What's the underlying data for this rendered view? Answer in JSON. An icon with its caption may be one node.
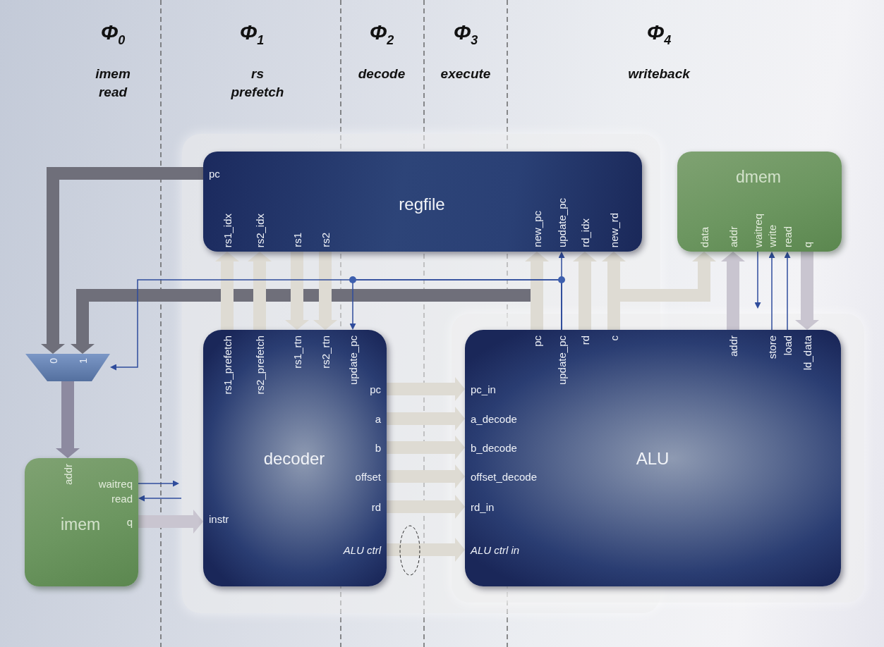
{
  "diagram": {
    "nodes": [
      {
        "text": [
          "regfile"
        ]
      },
      {
        "text": [
          "pc"
        ],
        "in": 0
      },
      {
        "text": [
          "rs1_idx"
        ],
        "in": 0
      },
      {
        "text": [
          "rs2_idx"
        ],
        "in": 0
      },
      {
        "text": [
          "rs1"
        ],
        "in": 0
      },
      {
        "text": [
          "rs2"
        ],
        "in": 0
      },
      {
        "text": [
          "new_pc"
        ],
        "in": 0
      },
      {
        "text": [
          "update_pc"
        ],
        "in": 0
      },
      {
        "text": [
          "rd_idx"
        ],
        "in": 0
      },
      {
        "text": [
          "new_rd"
        ],
        "in": 0
      },
      {
        "text": [
          "dmem"
        ]
      },
      {
        "text": [
          "data"
        ],
        "in": 10
      },
      {
        "text": [
          "addr"
        ],
        "in": 10
      },
      {
        "text": [
          "waitreq"
        ],
        "in": 10
      },
      {
        "text": [
          "write"
        ],
        "in": 10
      },
      {
        "text": [
          "read"
        ],
        "in": 10
      },
      {
        "text": [
          "q"
        ],
        "in": 10
      },
      {
        "text": [
          "0",
          "1"
        ]
      },
      {
        "text": [
          "decoder"
        ]
      },
      {
        "text": [
          "rs1_prefetch"
        ],
        "in": 18
      },
      {
        "text": [
          "rs2_prefetch"
        ],
        "in": 18
      },
      {
        "text": [
          "rs1_rtn"
        ],
        "in": 18
      },
      {
        "text": [
          "rs2_rtn"
        ],
        "in": 18
      },
      {
        "text": [
          "update_pc"
        ],
        "in": 18
      },
      {
        "text": [
          "pc"
        ],
        "in": 18
      },
      {
        "text": [
          "a"
        ],
        "in": 18
      },
      {
        "text": [
          "b"
        ],
        "in": 18
      },
      {
        "text": [
          "offset"
        ],
        "in": 18
      },
      {
        "text": [
          "rd"
        ],
        "in": 18
      },
      {
        "text": [
          "ALU ctrl"
        ],
        "in": 18
      },
      {
        "text": [
          "instr"
        ],
        "in": 18
      },
      {
        "text": [
          "ALU"
        ]
      },
      {
        "text": [
          "pc"
        ],
        "in": 31
      },
      {
        "text": [
          "update_pc"
        ],
        "in": 31
      },
      {
        "text": [
          "rd"
        ],
        "in": 31
      },
      {
        "text": [
          "c"
        ],
        "in": 31
      },
      {
        "text": [
          "addr"
        ],
        "in": 31
      },
      {
        "text": [
          "store"
        ],
        "in": 31
      },
      {
        "text": [
          "load"
        ],
        "in": 31
      },
      {
        "text": [
          "ld_data"
        ],
        "in": 31
      },
      {
        "text": [
          "pc_in"
        ],
        "in": 31
      },
      {
        "text": [
          "a_decode"
        ],
        "in": 31
      },
      {
        "text": [
          "b_decode"
        ],
        "in": 31
      },
      {
        "text": [
          "offset_decode"
        ],
        "in": 31
      },
      {
        "text": [
          "rd_in"
        ],
        "in": 31
      },
      {
        "text": [
          "ALU ctrl in"
        ],
        "in": 31
      },
      {
        "text": [
          "imem"
        ]
      },
      {
        "text": [
          "addr"
        ],
        "in": 46
      },
      {
        "text": [
          "waitreq"
        ],
        "in": 46
      },
      {
        "text": [
          "read"
        ],
        "in": 46
      },
      {
        "text": [
          "q"
        ],
        "in": 46
      }
    ],
    "edges": [
      {
        "from": 1,
        "to": 17,
        "arrow": "to",
        "color": "#6f6f7a"
      },
      {
        "from": 32,
        "to": 6,
        "arrow": "to"
      },
      {
        "from": 32,
        "to": 17,
        "arrow": "to",
        "color": "#6f6f7a"
      },
      {
        "from": 33,
        "to": 7,
        "arrow": "to",
        "color": "#2f4c9c"
      },
      {
        "from": 33,
        "to": 17,
        "arrow": "to",
        "color": "#2f4c9c"
      },
      {
        "from": 33,
        "to": 23,
        "arrow": "to",
        "color": "#2f4c9c"
      },
      {
        "from": 34,
        "to": 8,
        "arrow": "to"
      },
      {
        "from": 35,
        "to": 9,
        "arrow": "to"
      },
      {
        "from": 35,
        "to": 11,
        "arrow": "to"
      },
      {
        "from": 36,
        "to": 12,
        "arrow": "to",
        "color": "#c9c5d0"
      },
      {
        "from": 13,
        "to": null,
        "arrow": "to",
        "color": "#2f4c9c"
      },
      {
        "from": 37,
        "to": 14,
        "arrow": "to",
        "color": "#2f4c9c"
      },
      {
        "from": 38,
        "to": 15,
        "arrow": "to",
        "color": "#2f4c9c"
      },
      {
        "from": 16,
        "to": 39,
        "arrow": "to",
        "color": "#c9c5d0"
      },
      {
        "from": 19,
        "to": 2,
        "arrow": "to"
      },
      {
        "from": 20,
        "to": 3,
        "arrow": "to"
      },
      {
        "from": 4,
        "to": 21,
        "arrow": "to"
      },
      {
        "from": 5,
        "to": 22,
        "arrow": "to"
      },
      {
        "from": 24,
        "to": 40,
        "arrow": "to"
      },
      {
        "from": 25,
        "to": 41,
        "arrow": "to"
      },
      {
        "from": 26,
        "to": 42,
        "arrow": "to"
      },
      {
        "from": 27,
        "to": 43,
        "arrow": "to"
      },
      {
        "from": 28,
        "to": 44,
        "arrow": "to"
      },
      {
        "from": 29,
        "to": 45,
        "arrow": "to"
      },
      {
        "from": 17,
        "to": 47,
        "arrow": "to",
        "color": "#8d8aa0"
      },
      {
        "from": 50,
        "to": 30,
        "arrow": "to",
        "color": "#c9c5d0"
      },
      {
        "from": 48,
        "to": null,
        "arrow": "to",
        "color": "#2f4c9c"
      },
      {
        "from": null,
        "to": 49,
        "arrow": "to",
        "color": "#2f4c9c"
      }
    ],
    "labels": [
      "Φ$_{0}$",
      "imem read",
      "Φ$_{1}$",
      "rs prefetch",
      "Φ$_{2}$",
      "decode",
      "Φ$_{3}$",
      "execute",
      "Φ$_{4}$",
      "writeback"
    ]
  }
}
